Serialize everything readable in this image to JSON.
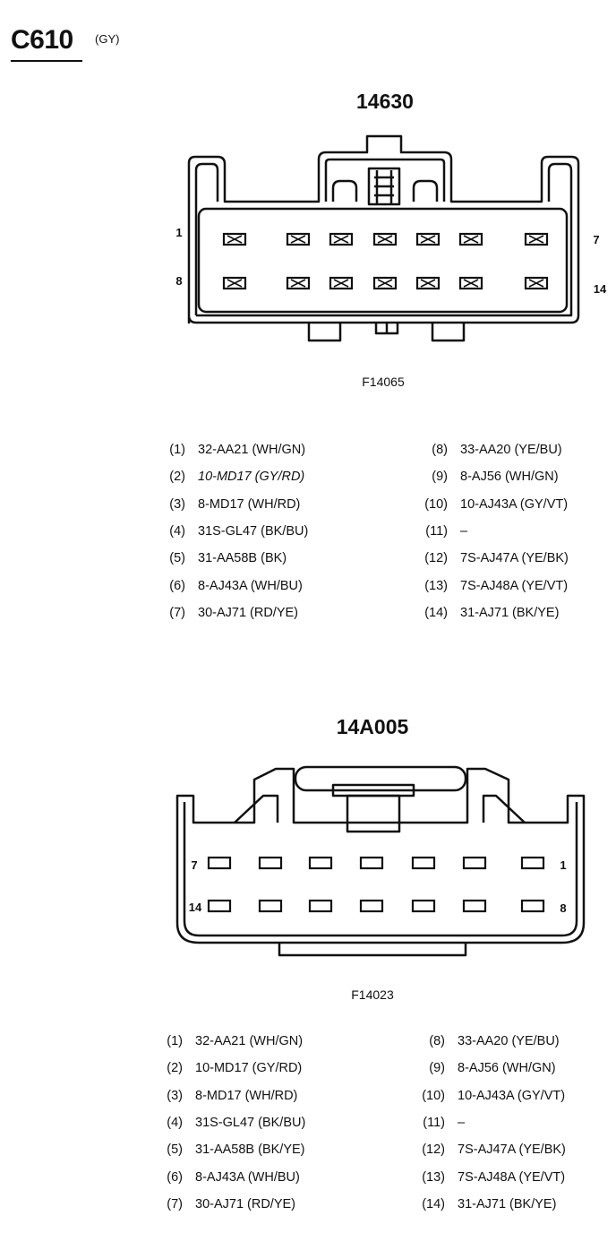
{
  "header": {
    "connector_id": "C610",
    "connector_color": "(GY)"
  },
  "connector_1": {
    "part_number": "14630",
    "figure_code": "F14065",
    "pin_labels": [
      "1",
      "7",
      "8",
      "14"
    ],
    "pinout_left": [
      {
        "num": "(1)",
        "text": "32-AA21 (WH/GN)"
      },
      {
        "num": "(2)",
        "text": "10-MD17 (GY/RD)"
      },
      {
        "num": "(3)",
        "text": "8-MD17 (WH/RD)"
      },
      {
        "num": "(4)",
        "text": "31S-GL47 (BK/BU)"
      },
      {
        "num": "(5)",
        "text": "31-AA58B (BK)"
      },
      {
        "num": "(6)",
        "text": "8-AJ43A (WH/BU)"
      },
      {
        "num": "(7)",
        "text": "30-AJ71 (RD/YE)"
      }
    ],
    "pinout_right": [
      {
        "num": "(8)",
        "text": "33-AA20 (YE/BU)"
      },
      {
        "num": "(9)",
        "text": "8-AJ56 (WH/GN)"
      },
      {
        "num": "(10)",
        "text": "10-AJ43A (GY/VT)"
      },
      {
        "num": "(11)",
        "text": "–"
      },
      {
        "num": "(12)",
        "text": "7S-AJ47A (YE/BK)"
      },
      {
        "num": "(13)",
        "text": "7S-AJ48A (YE/VT)"
      },
      {
        "num": "(14)",
        "text": "31-AJ71 (BK/YE)"
      }
    ]
  },
  "connector_2": {
    "part_number": "14A005",
    "figure_code": "F14023",
    "pin_labels": [
      "7",
      "1",
      "14",
      "8"
    ],
    "pinout_left": [
      {
        "num": "(1)",
        "text": "32-AA21 (WH/GN)"
      },
      {
        "num": "(2)",
        "text": "10-MD17 (GY/RD)"
      },
      {
        "num": "(3)",
        "text": "8-MD17 (WH/RD)"
      },
      {
        "num": "(4)",
        "text": "31S-GL47 (BK/BU)"
      },
      {
        "num": "(5)",
        "text": "31-AA58B (BK/YE)"
      },
      {
        "num": "(6)",
        "text": "8-AJ43A (WH/BU)"
      },
      {
        "num": "(7)",
        "text": "30-AJ71 (RD/YE)"
      }
    ],
    "pinout_right": [
      {
        "num": "(8)",
        "text": "33-AA20 (YE/BU)"
      },
      {
        "num": "(9)",
        "text": "8-AJ56 (WH/GN)"
      },
      {
        "num": "(10)",
        "text": "10-AJ43A (GY/VT)"
      },
      {
        "num": "(11)",
        "text": "–"
      },
      {
        "num": "(12)",
        "text": "7S-AJ47A (YE/BK)"
      },
      {
        "num": "(13)",
        "text": "7S-AJ48A (YE/VT)"
      },
      {
        "num": "(14)",
        "text": "31-AJ71 (BK/YE)"
      }
    ]
  }
}
